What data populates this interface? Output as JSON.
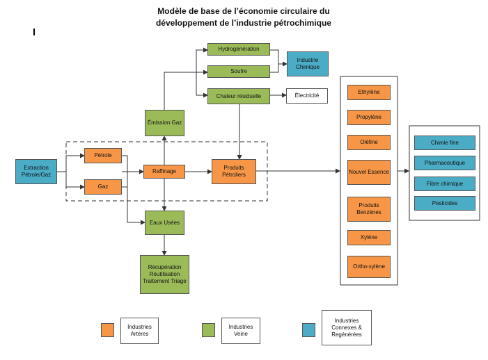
{
  "title": {
    "line1": "Modèle de base de l’économie circulaire du",
    "line2": "développement de l’industrie pétrochimique"
  },
  "nodes": {
    "extraction": "Extraction Pétrole/Gaz",
    "petrole": "Pétrole",
    "gaz": "Gaz",
    "raffinage": "Raffinage",
    "produits_petroliers": "Produits Pétroliers",
    "emission_gaz": "Émission Gaz",
    "eaux_usees": "Eaux Usées",
    "recuperation": "Récupération Réutilisation Traitement Triage",
    "hydrogenation": "Hydrogénération",
    "soufre": "Soufre",
    "chaleur_residuelle": "Chaleur résiduelle",
    "industrie_chimique": "Industrie Chimique",
    "electricite": "Électricité",
    "ethylene": "Ethylène",
    "propylene": "Propylène",
    "olefine": "Oléfine",
    "nouvel_essence": "Nouvel Essence",
    "produits_benzenes": "Produits Benzènes",
    "xylene": "Xylène",
    "ortho_xylene": "Ortho-xylène",
    "chimie_fine": "Chimie fine",
    "pharmaceutique": "Pharmaceutique",
    "fibre_chimique": "Fibre chimique",
    "pesticides": "Pesticides"
  },
  "legend": {
    "arteres": "Industries Artères",
    "veine": "Industries Veine",
    "connexes": "Industries Connexes & Regénérées"
  },
  "colors": {
    "orange": "#f79646",
    "green": "#9bbb59",
    "blue": "#4bacc6",
    "line": "#333333"
  }
}
